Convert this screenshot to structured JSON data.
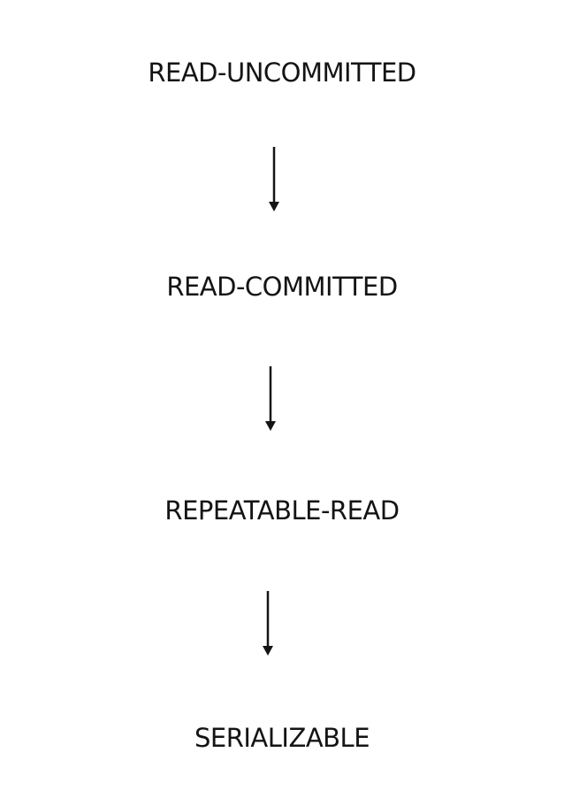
{
  "diagram": {
    "levels": [
      {
        "label": "READ-UNCOMMITTED"
      },
      {
        "label": "READ-COMMITTED"
      },
      {
        "label": "REPEATABLE-READ"
      },
      {
        "label": "SERIALIZABLE"
      }
    ],
    "arrow_direction": "down",
    "colors": {
      "background": "#ffffff",
      "text": "#141414",
      "arrow": "#141414"
    }
  }
}
